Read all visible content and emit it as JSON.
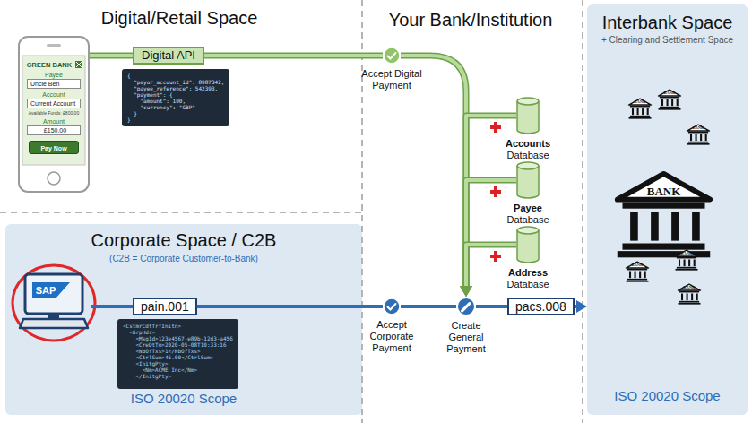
{
  "diagram": {
    "nodes": [
      {
        "text": [
          "GREEN BANK",
          "Payee",
          "Uncle Ben",
          "Account",
          "Current Account",
          "Available Funds: £800.00",
          "Amount",
          "£150.00",
          "Pay Now"
        ]
      },
      {
        "text": [
          "Digital API"
        ]
      },
      {
        "text": [
          "{",
          "  \"payor_account_id\": 8987342,",
          "  \"payee_reference\": 542393,",
          "  \"payment\": {",
          "    \"amount\": 100,",
          "    \"currency\": \"GBP\"",
          "  }",
          "}"
        ]
      },
      {
        "text": [
          "Accept Digital Payment"
        ]
      },
      {
        "text": [
          "Accounts",
          "Database"
        ]
      },
      {
        "text": [
          "Payee",
          "Database"
        ]
      },
      {
        "text": [
          "Address",
          "Database"
        ]
      },
      {
        "text": [
          "Interbank Space",
          "+ Clearing and Settlement Space",
          "ISO 20020 Scope"
        ]
      },
      {
        "text": [
          "Corporate Space / C2B",
          "(C2B = Corporate Customer-to-Bank)",
          "ISO 20020 Scope"
        ]
      },
      {
        "text": [
          "SAP"
        ],
        "in": 8
      },
      {
        "text": [
          "pain.001"
        ],
        "in": 8
      },
      {
        "text": [
          "<CstmrCdtTrfInitn>",
          "  <GrpHdr>",
          "    <MsgId>123e4567-e89b-12d3-a456",
          "    <CreDtTm>2020-05-08T10:33:16",
          "    <NbOfTxs>1</NbOfTxs>",
          "    <CtrlSum>45.00</CtrlSum>",
          "    <InitgPty>",
          "      <Nm>ACME Inc</Nm>",
          "    </InitgPty>",
          "  ..."
        ],
        "in": 8
      },
      {
        "text": [
          "Accept Corporate Payment"
        ]
      },
      {
        "text": [
          "Create General Payment"
        ]
      },
      {
        "text": [
          "pacs.008"
        ]
      }
    ],
    "edges": [
      {
        "from": 0,
        "to": 1,
        "arrow": "none"
      },
      {
        "from": 1,
        "to": 3,
        "arrow": "none"
      },
      {
        "from": 3,
        "to": 13,
        "arrow": "to"
      },
      {
        "from": 4,
        "to": 13,
        "arrow": "to"
      },
      {
        "from": 5,
        "to": 13,
        "arrow": "to"
      },
      {
        "from": 6,
        "to": 13,
        "arrow": "to"
      },
      {
        "from": 9,
        "to": 10,
        "arrow": "none"
      },
      {
        "from": 10,
        "to": 12,
        "arrow": "none"
      },
      {
        "from": 12,
        "to": 13,
        "arrow": "none"
      },
      {
        "from": 13,
        "to": 14,
        "arrow": "none"
      },
      {
        "from": 14,
        "to": 7,
        "arrow": "to"
      }
    ],
    "labels": [
      "Digital/Retail Space",
      "Your Bank/Institution",
      "BANK",
      "BANK",
      "BANK",
      "BANK",
      "BANK",
      "BANK",
      "BANK"
    ]
  }
}
